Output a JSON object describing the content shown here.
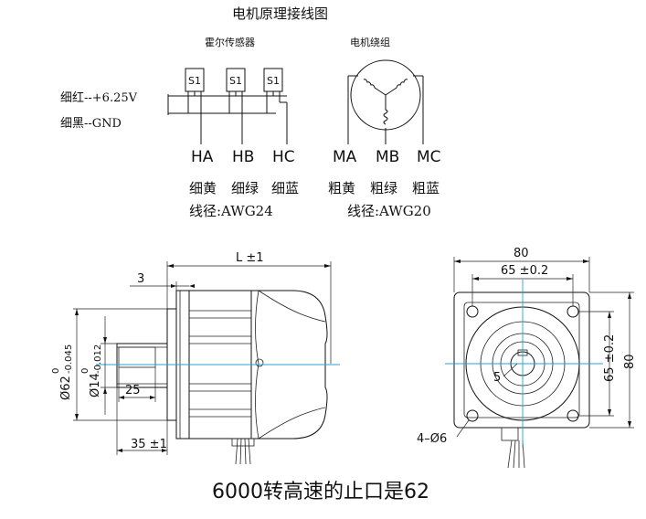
{
  "wiring": {
    "title": "电机原理接线图",
    "hall_label": "霍尔传感器",
    "winding_label": "电机绕组",
    "sensor_tag": "S1",
    "supply_red": "细红--+6.25V",
    "supply_black": "细黑--GND",
    "hall_pins": [
      {
        "code": "HA",
        "color": "细黄"
      },
      {
        "code": "HB",
        "color": "细绿"
      },
      {
        "code": "HC",
        "color": "细蓝"
      }
    ],
    "hall_wire": "线径:AWG24",
    "phase_pins": [
      {
        "code": "MA",
        "color": "粗黄"
      },
      {
        "code": "MB",
        "color": "粗绿"
      },
      {
        "code": "MC",
        "color": "粗蓝"
      }
    ],
    "phase_wire": "线径:AWG20"
  },
  "side_view": {
    "length": "L ±1",
    "flange_thk": "3",
    "pilot_dia_value": "Ø62",
    "pilot_dia_tol": "0\n-0.045",
    "pilot_dia_upper": "0",
    "pilot_dia_lower": "-0.045",
    "shaft_dia_value": "Ø14",
    "shaft_dia_upper": "0",
    "shaft_dia_lower": "-0.012",
    "key_len": "25",
    "shaft_len": "35 ±1"
  },
  "front_view": {
    "width": "80",
    "hole_pitch_h": "65 ±0.2",
    "height": "80",
    "hole_pitch_v": "65 ±0.2",
    "key_width": "5",
    "holes": "4–Ø6"
  },
  "caption": "6000转高速的止口是62"
}
